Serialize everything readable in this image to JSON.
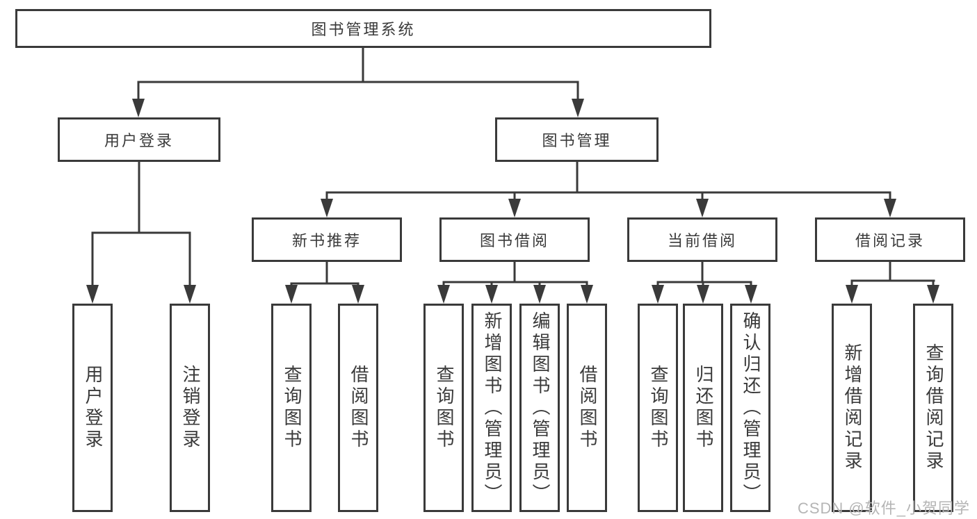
{
  "colors": {
    "line": "#3a3a3a",
    "box_border": "#3a3a3a",
    "text": "#3a3a3a",
    "background": "#ffffff",
    "watermark": "#b5b5b5"
  },
  "watermark": "CSDN @软件_小贺同学",
  "tree": {
    "root": {
      "label": "图书管理系统"
    },
    "level2": [
      {
        "label": "用户登录",
        "parent": "图书管理系统"
      },
      {
        "label": "图书管理",
        "parent": "图书管理系统"
      }
    ],
    "level3": [
      {
        "label": "新书推荐",
        "parent": "图书管理"
      },
      {
        "label": "图书借阅",
        "parent": "图书管理"
      },
      {
        "label": "当前借阅",
        "parent": "图书管理"
      },
      {
        "label": "借阅记录",
        "parent": "图书管理"
      }
    ],
    "leaves": [
      {
        "label": "用户登录",
        "parent": "用户登录"
      },
      {
        "label": "注销登录",
        "parent": "用户登录"
      },
      {
        "label": "查询图书",
        "parent": "新书推荐"
      },
      {
        "label": "借阅图书",
        "parent": "新书推荐"
      },
      {
        "label": "查询图书",
        "parent": "图书借阅"
      },
      {
        "label": "新增图书（管理员）",
        "parent": "图书借阅"
      },
      {
        "label": "编辑图书（管理员）",
        "parent": "图书借阅"
      },
      {
        "label": "借阅图书",
        "parent": "图书借阅"
      },
      {
        "label": "查询图书",
        "parent": "当前借阅"
      },
      {
        "label": "归还图书",
        "parent": "当前借阅"
      },
      {
        "label": "确认归还（管理员）",
        "parent": "当前借阅"
      },
      {
        "label": "新增借阅记录",
        "parent": "借阅记录"
      },
      {
        "label": "查询借阅记录",
        "parent": "借阅记录"
      }
    ]
  }
}
